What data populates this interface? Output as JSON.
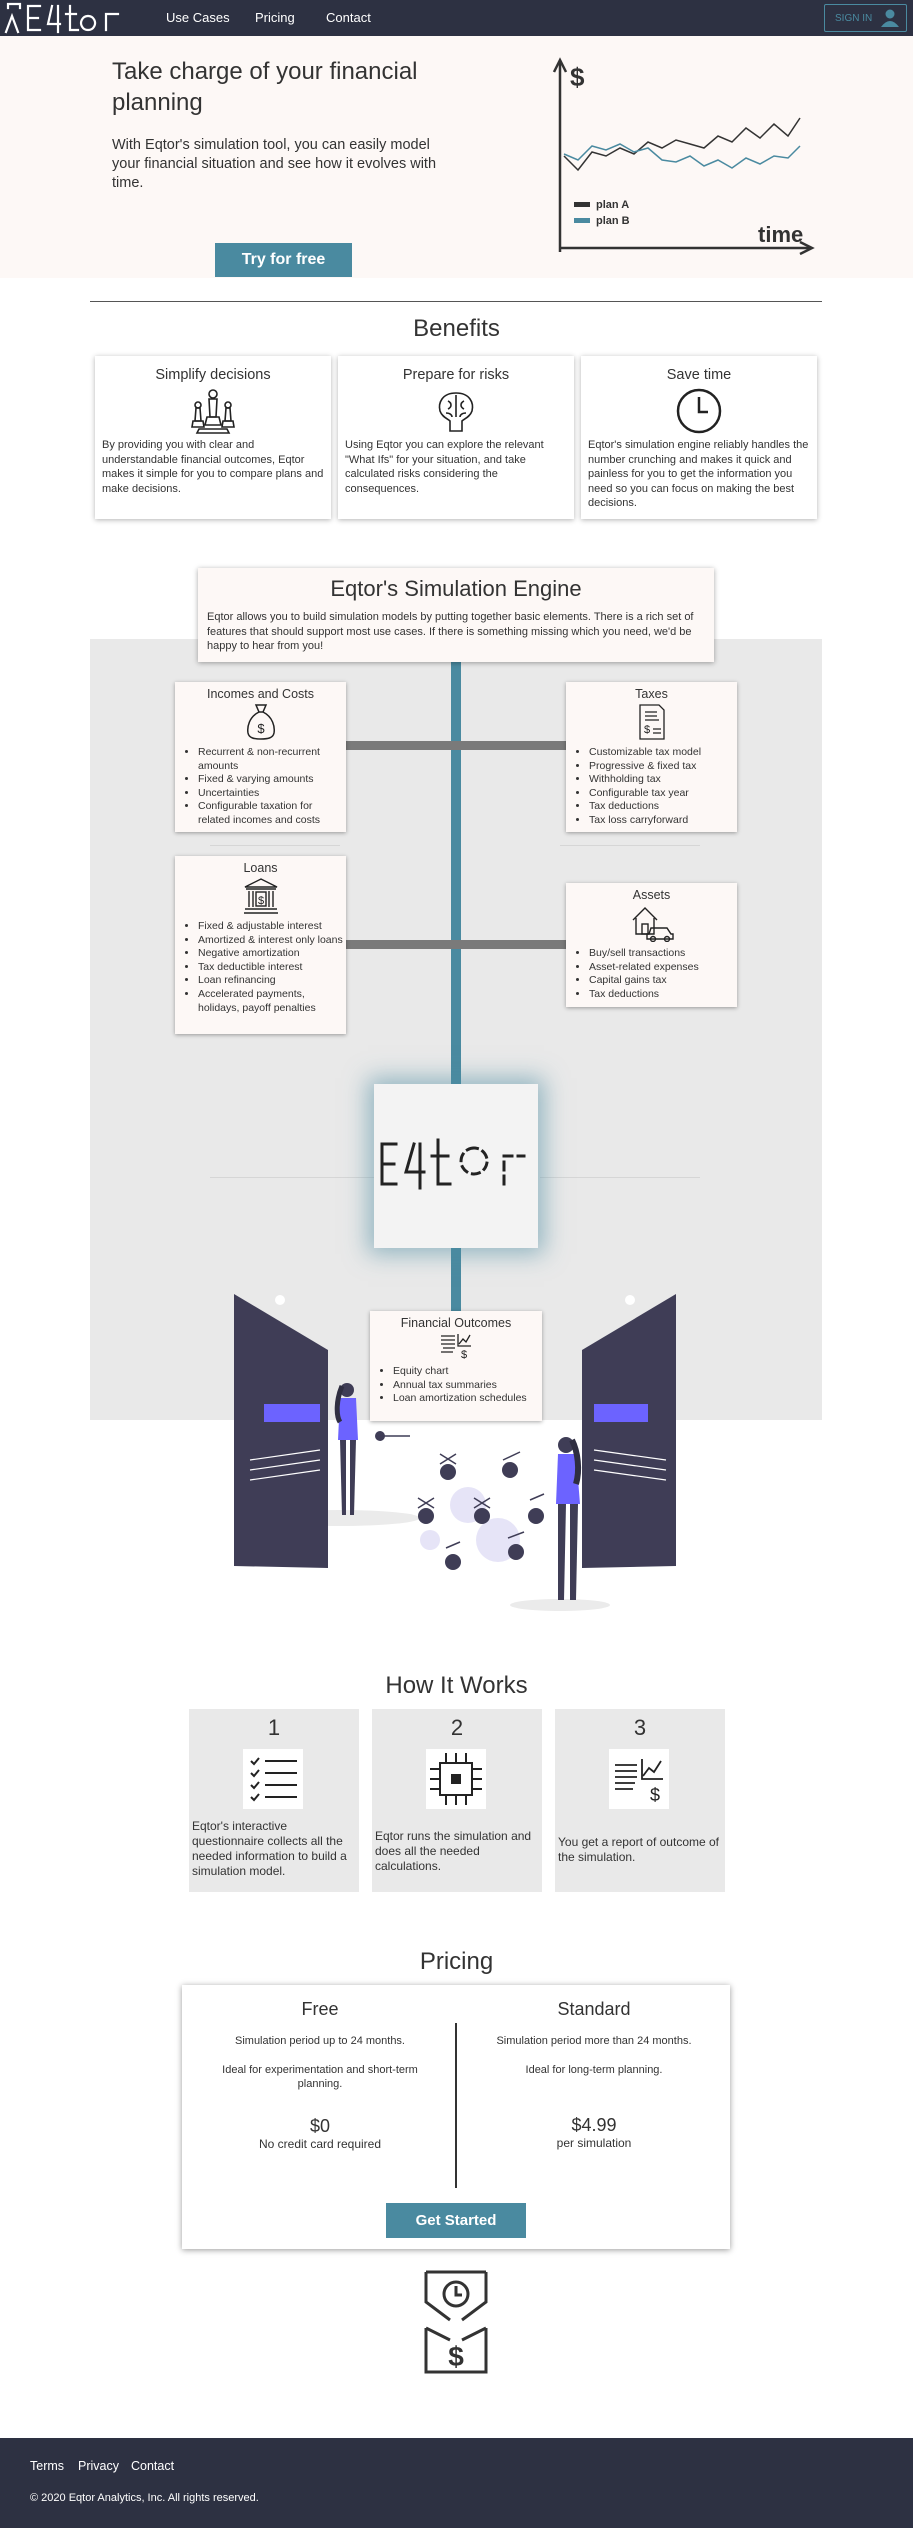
{
  "header": {
    "nav": [
      "Use Cases",
      "Pricing",
      "Contact"
    ],
    "signin": "SIGN IN"
  },
  "hero": {
    "title": "Take charge of your financial planning",
    "text": "With Eqtor's simulation tool, you can easily model your financial situation and see how it evolves with time.",
    "cta": "Try for free",
    "chart": {
      "y_symbol": "$",
      "x_label": "time",
      "legend": [
        "plan A",
        "plan B"
      ],
      "colors": {
        "plan_a": "#333333",
        "plan_b": "#4a8aa0"
      }
    }
  },
  "benefits": {
    "title": "Benefits",
    "cards": [
      {
        "title": "Simplify decisions",
        "icon": "chess-pieces-icon",
        "text": "By providing you with clear and understandable financial outcomes, Eqtor makes it simple for you to compare plans and make decisions."
      },
      {
        "title": "Prepare for risks",
        "icon": "brain-icon",
        "text": "Using Eqtor you can explore the relevant \"What Ifs\" for your situation, and take calculated risks considering the consequences."
      },
      {
        "title": "Save time",
        "icon": "clock-icon",
        "text": "Eqtor's simulation engine reliably handles the number crunching and makes it quick and painless for you to get the information you need so you can focus on making the best decisions."
      }
    ]
  },
  "engine": {
    "title": "Eqtor's Simulation Engine",
    "text": "Eqtor allows you to build simulation models by putting together basic elements. There is a rich set of features that should support most use cases. If there is something missing which you need, we'd be happy to hear from you!",
    "features": [
      {
        "title": "Incomes and Costs",
        "icon": "money-bag-icon",
        "items": [
          "Recurrent & non-recurrent amounts",
          "Fixed & varying amounts",
          "Uncertainties",
          "Configurable taxation for related incomes and costs"
        ]
      },
      {
        "title": "Taxes",
        "icon": "tax-form-icon",
        "items": [
          "Customizable tax model",
          "Progressive & fixed tax",
          "Withholding tax",
          "Configurable tax year",
          "Tax deductions",
          "Tax loss carryforward"
        ]
      },
      {
        "title": "Loans",
        "icon": "bank-icon",
        "items": [
          "Fixed & adjustable interest",
          "Amortized & interest only loans",
          "Negative amortization",
          "Tax deductible interest",
          "Loan refinancing",
          "Accelerated payments, holidays, payoff penalties"
        ]
      },
      {
        "title": "Assets",
        "icon": "house-car-icon",
        "items": [
          "Buy/sell transactions",
          "Asset-related expenses",
          "Capital gains tax",
          "Tax deductions"
        ]
      },
      {
        "title": "Financial Outcomes",
        "icon": "report-icon",
        "items": [
          "Equity chart",
          "Annual tax summaries",
          "Loan amortization schedules"
        ]
      }
    ]
  },
  "how": {
    "title": "How It Works",
    "steps": [
      {
        "num": "1",
        "icon": "checklist-icon",
        "text": "Eqtor's interactive questionnaire collects all the needed information to build a simulation model."
      },
      {
        "num": "2",
        "icon": "cpu-chip-icon",
        "text": "Eqtor runs the simulation and does all the needed calculations."
      },
      {
        "num": "3",
        "icon": "report-icon",
        "text": "You get a report of outcome of the simulation."
      }
    ]
  },
  "pricing": {
    "title": "Pricing",
    "plans": [
      {
        "name": "Free",
        "period": "Simulation period up to 24 months.",
        "ideal": "Ideal for experimentation and short-term planning.",
        "price": "$0",
        "sub": "No credit card required"
      },
      {
        "name": "Standard",
        "period": "Simulation period more than 24 months.",
        "ideal": "Ideal for long-term planning.",
        "price": "$4.99",
        "sub": "per simulation"
      }
    ],
    "cta": "Get Started"
  },
  "footer": {
    "links": [
      "Terms",
      "Privacy",
      "Contact"
    ],
    "copyright": "© 2020 Eqtor Analytics, Inc. All rights reserved."
  }
}
